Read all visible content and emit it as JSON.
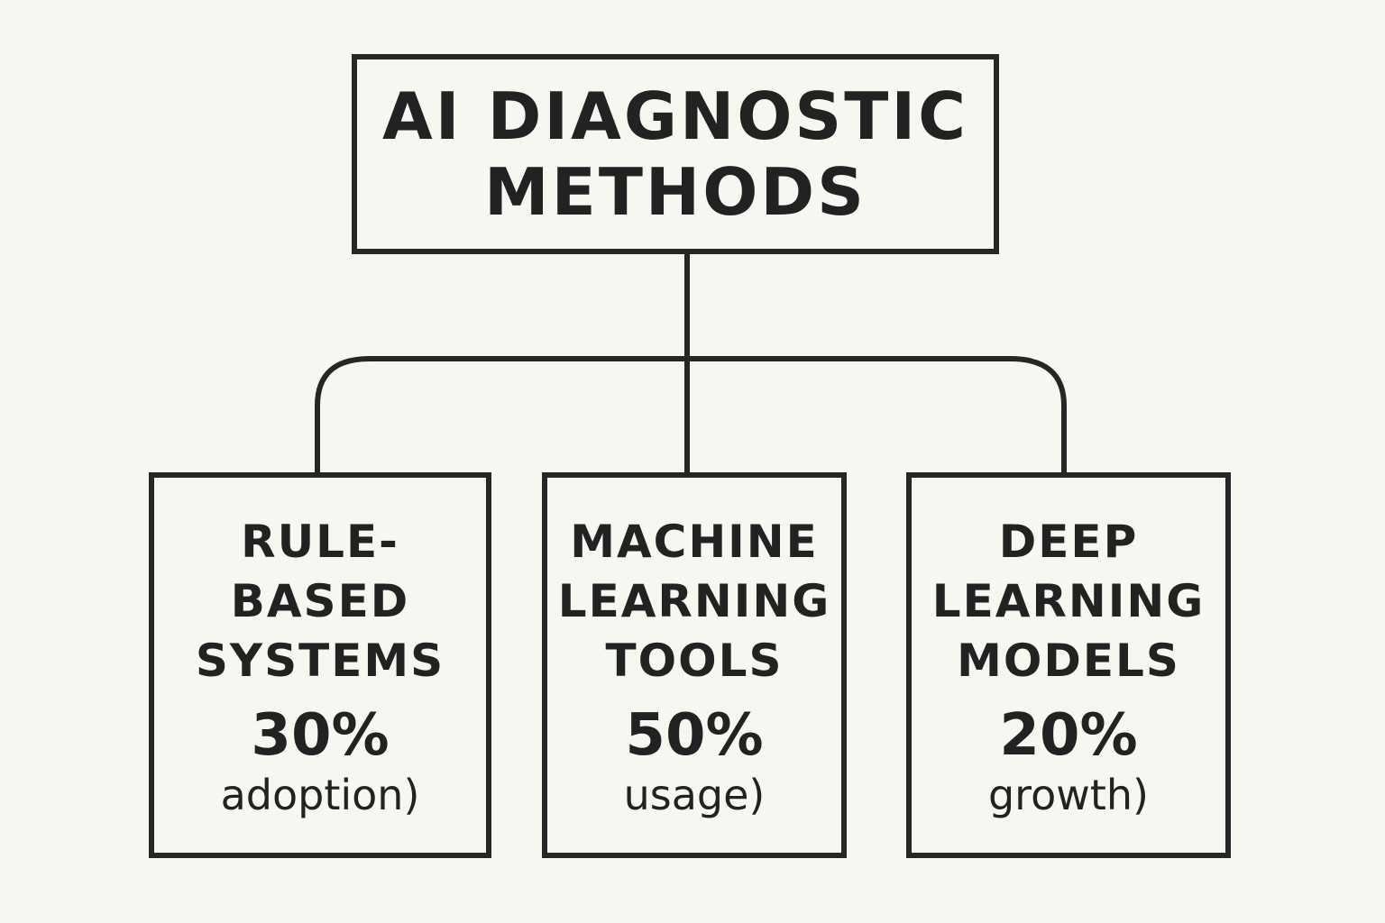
{
  "root": {
    "line1": "AI DIAGNOSTIC",
    "line2": "METHODS"
  },
  "children": [
    {
      "name_lines": [
        "RULE-",
        "BASED",
        "SYSTEMS"
      ],
      "percent": "30%",
      "note": "adoption)"
    },
    {
      "name_lines": [
        "MACHINE",
        "LEARNING",
        "TOOLS"
      ],
      "percent": "50%",
      "note": "usage)"
    },
    {
      "name_lines": [
        "DEEP",
        "LEARNING",
        "MODELS"
      ],
      "percent": "20%",
      "note": "growth)"
    }
  ]
}
